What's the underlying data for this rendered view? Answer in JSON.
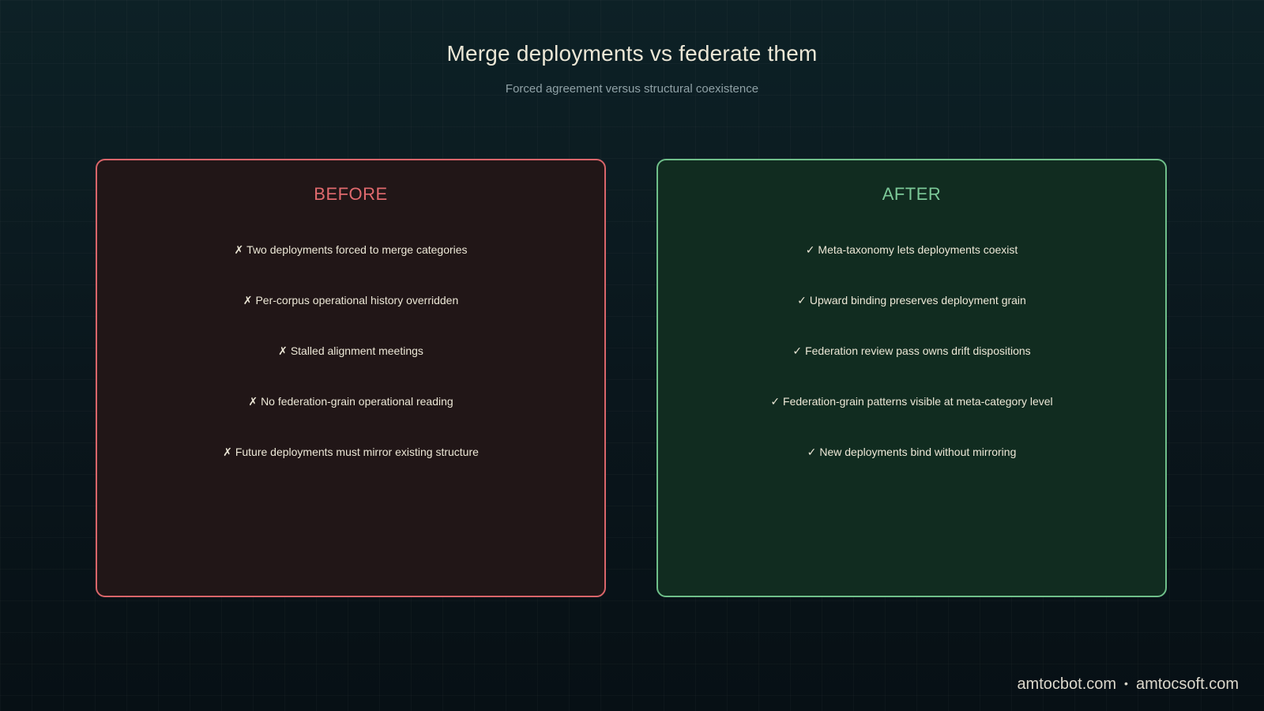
{
  "header": {
    "title": "Merge deployments vs federate them",
    "subtitle": "Forced agreement versus structural coexistence"
  },
  "before": {
    "heading": "BEFORE",
    "mark": "✗",
    "accent": "#e06a6e",
    "items": [
      "Two deployments forced to merge categories",
      "Per-corpus operational history overridden",
      "Stalled alignment meetings",
      "No federation-grain operational reading",
      "Future deployments must mirror existing structure"
    ]
  },
  "after": {
    "heading": "AFTER",
    "mark": "✓",
    "accent": "#7cc998",
    "items": [
      "Meta-taxonomy lets deployments coexist",
      "Upward binding preserves deployment grain",
      "Federation review pass owns drift dispositions",
      "Federation-grain patterns visible at meta-category level",
      "New deployments bind without mirroring"
    ]
  },
  "footer": {
    "site_one": "amtocbot.com",
    "separator": "•",
    "site_two": "amtocsoft.com"
  }
}
